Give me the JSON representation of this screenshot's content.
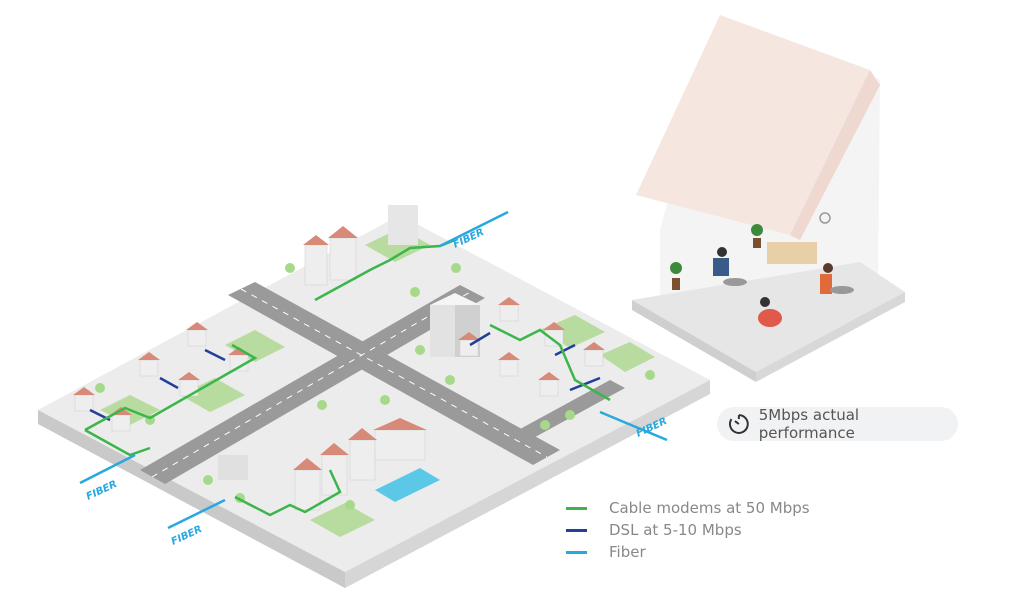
{
  "fiber_labels": [
    "FIBER",
    "FIBER",
    "FIBER",
    "FIBER"
  ],
  "performance_badge": {
    "icon": "timer-icon",
    "text": "5Mbps actual performance"
  },
  "legend": [
    {
      "label": "Cable modems at 50 Mbps",
      "color": "#3cb54a"
    },
    {
      "label": "DSL at 5-10 Mbps",
      "color": "#22409a"
    },
    {
      "label": "Fiber",
      "color": "#29a8e0"
    }
  ]
}
